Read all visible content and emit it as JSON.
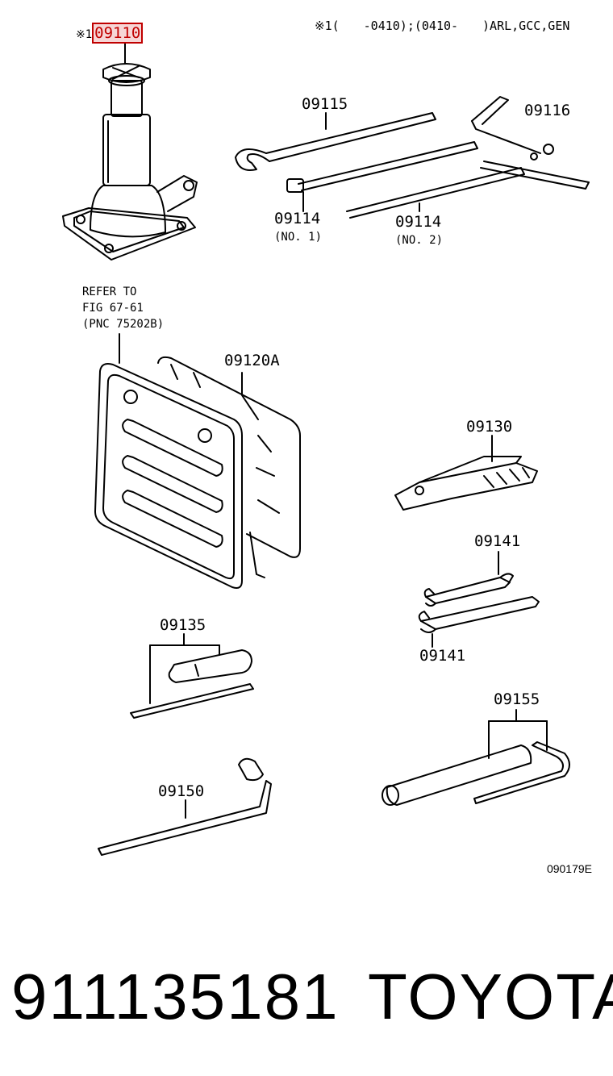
{
  "header": {
    "jack_prefix": "※1",
    "jack_part": "09110",
    "applicability": "※1(　　-0410);(0410-　　)ARL,GCC,GEN"
  },
  "parts": {
    "p09115": "09115",
    "p09116": "09116",
    "p09114a": "09114",
    "p09114a_sub": "(NO. 1)",
    "p09114b": "09114",
    "p09114b_sub": "(NO. 2)",
    "refer_1": "REFER TO",
    "refer_2": "FIG 67-61",
    "refer_3": "(PNC 75202B)",
    "p09120A": "09120A",
    "p09130": "09130",
    "p09141a": "09141",
    "p09141b": "09141",
    "p09135": "09135",
    "p09150": "09150",
    "p09155": "09155"
  },
  "figure_code": "090179E",
  "footer": {
    "part_number": "911135181",
    "brand": "TOYOTA"
  }
}
